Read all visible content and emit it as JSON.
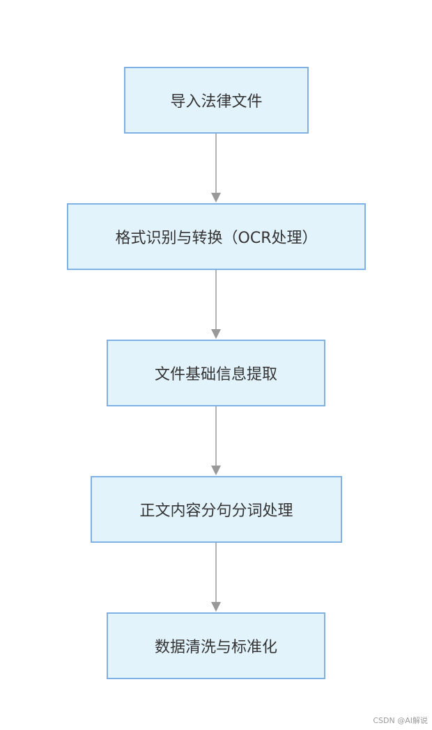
{
  "nodes": [
    {
      "id": "n1",
      "label": "导入法律文件"
    },
    {
      "id": "n2",
      "label": "格式识别与转换（OCR处理）"
    },
    {
      "id": "n3",
      "label": "文件基础信息提取"
    },
    {
      "id": "n4",
      "label": "正文内容分句分词处理"
    },
    {
      "id": "n5",
      "label": "数据清洗与标准化"
    }
  ],
  "edges": [
    {
      "from": "n1",
      "to": "n2"
    },
    {
      "from": "n2",
      "to": "n3"
    },
    {
      "from": "n3",
      "to": "n4"
    },
    {
      "from": "n4",
      "to": "n5"
    }
  ],
  "colors": {
    "node_fill": "#e3f3fc",
    "node_border": "#7fb0e3",
    "edge": "#999999",
    "text": "#333333"
  },
  "watermark": "CSDN @AI解说"
}
